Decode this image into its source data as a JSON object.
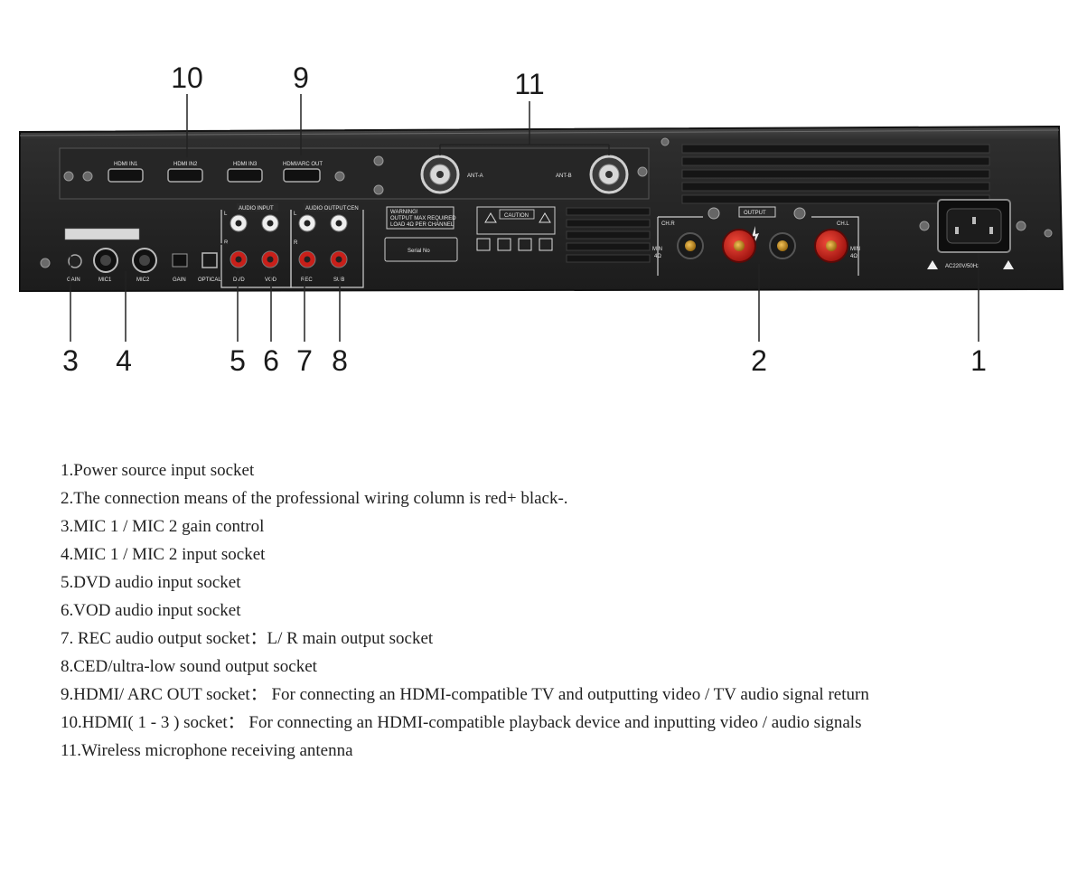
{
  "callouts": {
    "n1": "1",
    "n2": "2",
    "n3": "3",
    "n4": "4",
    "n5": "5",
    "n6": "6",
    "n7": "7",
    "n8": "8",
    "n9": "9",
    "n10": "10",
    "n11": "11"
  },
  "panel": {
    "hdmi_in1": "HDMI IN1",
    "hdmi_in2": "HDMI IN2",
    "hdmi_in3": "HDMI IN3",
    "hdmi_out": "HDMI/ARC OUT",
    "ant_a": "ANT-A",
    "ant_b": "ANT-B",
    "audio_input": "AUDIO INPUT",
    "audio_output": "AUDIO OUTPUT",
    "cen": "CEN",
    "l": "L",
    "r": "R",
    "gain_main": "GAIN",
    "mic1": "MIC1",
    "mic2": "MIC2",
    "gain": "GAIN",
    "optical": "OPTICAL",
    "dvd": "DVD",
    "vod": "VOD",
    "rec": "REC",
    "sub": "SUB",
    "warning_1": "WARNING!",
    "warning_2": "OUTPUT MAX REQUIRED",
    "warning_3": "LOAD 4Ω PER CHANNEL",
    "serial": "Serial No",
    "caution": "CAUTION",
    "output": "OUTPUT",
    "ch_r": "CH.R",
    "ch_l": "CH.L",
    "min": "MIN",
    "ohm": "4Ω",
    "ac": "AC220V/50Hz"
  },
  "legend": [
    "1.Power source input socket",
    "2.The connection means of the professional wiring column is red+ black-.",
    "3.MIC 1 / MIC 2 gain control",
    "4.MIC 1 / MIC 2 input socket",
    "5.DVD audio input socket",
    "6.VOD audio input socket",
    "7. REC audio output socket：L/ R main output socket",
    "8.CED/ultra-low sound output socket",
    "9.HDMI/ ARC OUT socket： For connecting an HDMI-compatible TV and outputting video / TV audio signal return",
    "10.HDMI( 1 - 3 ) socket： For connecting an HDMI-compatible playback device and inputting video / audio signals",
    "11.Wireless microphone receiving antenna"
  ],
  "colors": {
    "chassis": "#2b2b2b",
    "terminal_red": "#c8201a",
    "text": "#222222"
  }
}
